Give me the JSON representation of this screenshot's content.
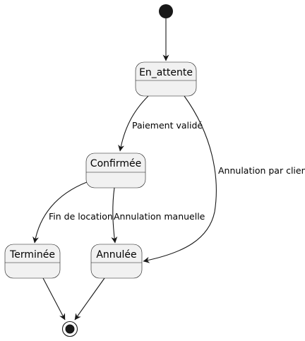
{
  "colors": {
    "state_fill": "#f1f1f1",
    "line": "#181818",
    "background": "#ffffff"
  },
  "diagram": {
    "type": "state-diagram",
    "states": [
      {
        "id": "en_attente",
        "label": "En_attente"
      },
      {
        "id": "confirmee",
        "label": "Confirmée"
      },
      {
        "id": "terminee",
        "label": "Terminée"
      },
      {
        "id": "annulee",
        "label": "Annulée"
      }
    ],
    "transitions": [
      {
        "from": "initial",
        "to": "en_attente",
        "label": ""
      },
      {
        "from": "en_attente",
        "to": "confirmee",
        "label": "Paiement validé"
      },
      {
        "from": "en_attente",
        "to": "annulee",
        "label": "Annulation par client"
      },
      {
        "from": "confirmee",
        "to": "terminee",
        "label": "Fin de location"
      },
      {
        "from": "confirmee",
        "to": "annulee",
        "label": "Annulation manuelle"
      },
      {
        "from": "terminee",
        "to": "final",
        "label": ""
      },
      {
        "from": "annulee",
        "to": "final",
        "label": ""
      }
    ]
  }
}
